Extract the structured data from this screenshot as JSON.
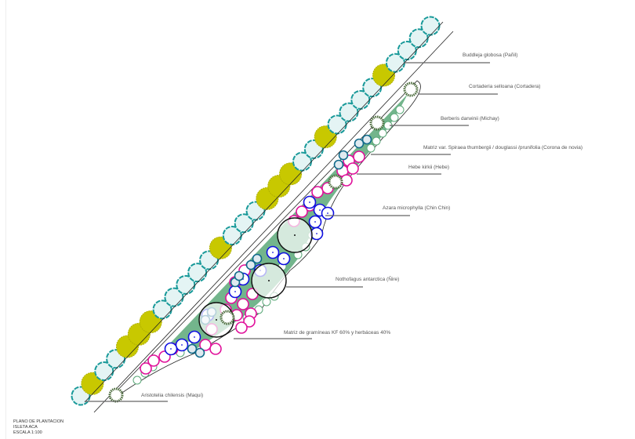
{
  "labels": {
    "buddleja": "Buddleja globosa (Pañil)",
    "cortaderia": "Cortaderia selloana (Cortadera)",
    "berberis": "Berberis darwinii (Michay)",
    "matriz_spiraea": "Matriz var. Spiraea thumbergii / douglassi /prunifolia (Corona de novia)",
    "hebe": "Hebe kirkii (Hebe)",
    "azara": "Azara microphylla (Chin Chin)",
    "nothofagus": "Nothofagus antarctica (Ñire)",
    "matriz_gramineas": "Matriz de gramíneas KF 60% y herbáceas 40%",
    "aristotelia": "Aristotelia chilensis (Maqui)"
  },
  "title_block": {
    "line1": "PLANO DE PLANTACION",
    "line2": "ISLETA ACA",
    "line3": "ESCALA 1:100"
  },
  "colors": {
    "teal": "#1a9a9a",
    "teal_fill": "#e4f4f4",
    "yellow": "#c8c800",
    "green_matrix": "#5aa878",
    "dark_green": "#4a6a3a",
    "magenta": "#e0109a",
    "blue": "#1010e0",
    "petrol": "#106a8a",
    "black": "#111111"
  }
}
